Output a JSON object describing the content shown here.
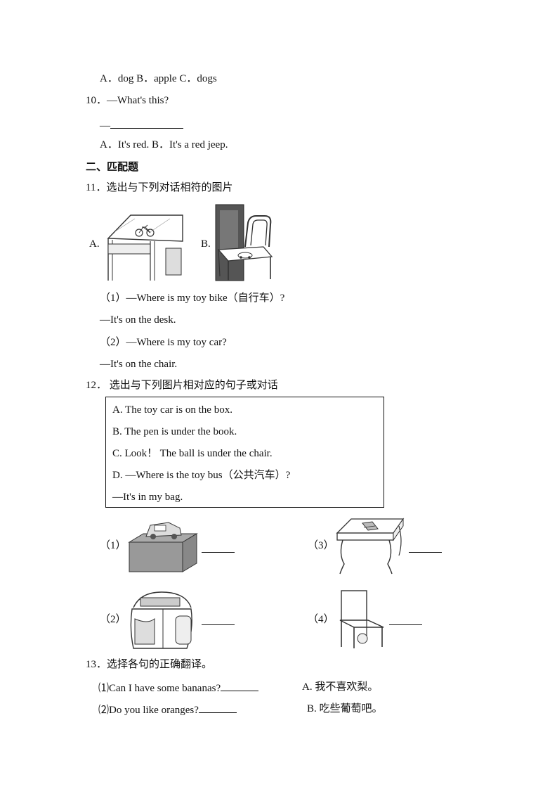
{
  "q9": {
    "options": "A．dog   B．apple     C．dogs"
  },
  "q10": {
    "question": "10．—What's this?",
    "answer_prefix": "—",
    "options": "A．It's red.    B．It's a red jeep."
  },
  "section2": {
    "title": "二、匹配题"
  },
  "q11": {
    "question": "11．选出与下列对话相符的图片",
    "option_a": "A.",
    "option_b": "B.",
    "lines": [
      "（1）—Where is my toy bike（自行车）?",
      "—It's on the desk.",
      "（2）—Where is my toy car?",
      "—It's on the chair."
    ]
  },
  "q12": {
    "question": "12．  选出与下列图片相对应的句子或对话",
    "box_lines": [
      "A. The toy car is on the box.",
      "B. The pen is under the book.",
      "C. Look！ The ball is under the    chair.",
      "D. —Where is the toy bus（公共汽车）?",
      "—It's in my bag."
    ],
    "labels": [
      "（1）",
      "（2）",
      "（3）",
      "（4）"
    ]
  },
  "q13": {
    "question": "13．选择各句的正确翻译。",
    "items": [
      {
        "num": "⑴",
        "text": "Can I have some bananas?",
        "option": "A.  我不喜欢梨。"
      },
      {
        "num": "⑵",
        "text": "Do you like oranges?",
        "option": "B.  吃些葡萄吧。"
      }
    ]
  }
}
